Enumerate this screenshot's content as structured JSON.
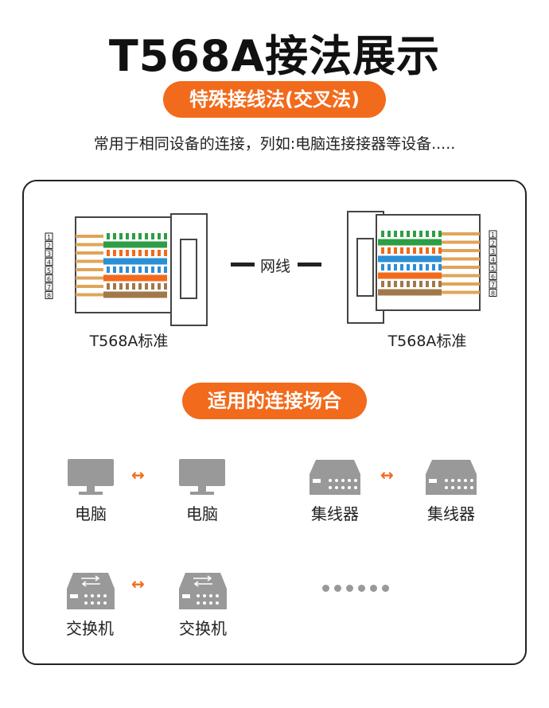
{
  "title": "T568A接法展示",
  "badge": "特殊接线法(交叉法)",
  "subtitle": "常用于相同设备的连接，列如:电脑连接接器等设备.....",
  "left_connector": {
    "label": "T568A标准",
    "pins": [
      "1",
      "2",
      "3",
      "4",
      "5",
      "6",
      "7",
      "8"
    ]
  },
  "right_connector": {
    "label": "T568A标准",
    "pins": [
      "1",
      "2",
      "3",
      "4",
      "5",
      "6",
      "7",
      "8"
    ]
  },
  "cable_label": "网线",
  "section_title": "适用的连接场合",
  "scenarios": [
    {
      "a": "电脑",
      "b": "电脑",
      "icon": "monitor-icon"
    },
    {
      "a": "集线器",
      "b": "集线器",
      "icon": "hub-icon"
    },
    {
      "a": "交换机",
      "b": "交换机",
      "icon": "switch-icon"
    }
  ],
  "colors": {
    "accent": "#f26a1b",
    "green": "#2e9e45",
    "blue": "#2b8fd6",
    "orange": "#f26a1b",
    "brown": "#a0784a",
    "gold": "#e0a458"
  }
}
